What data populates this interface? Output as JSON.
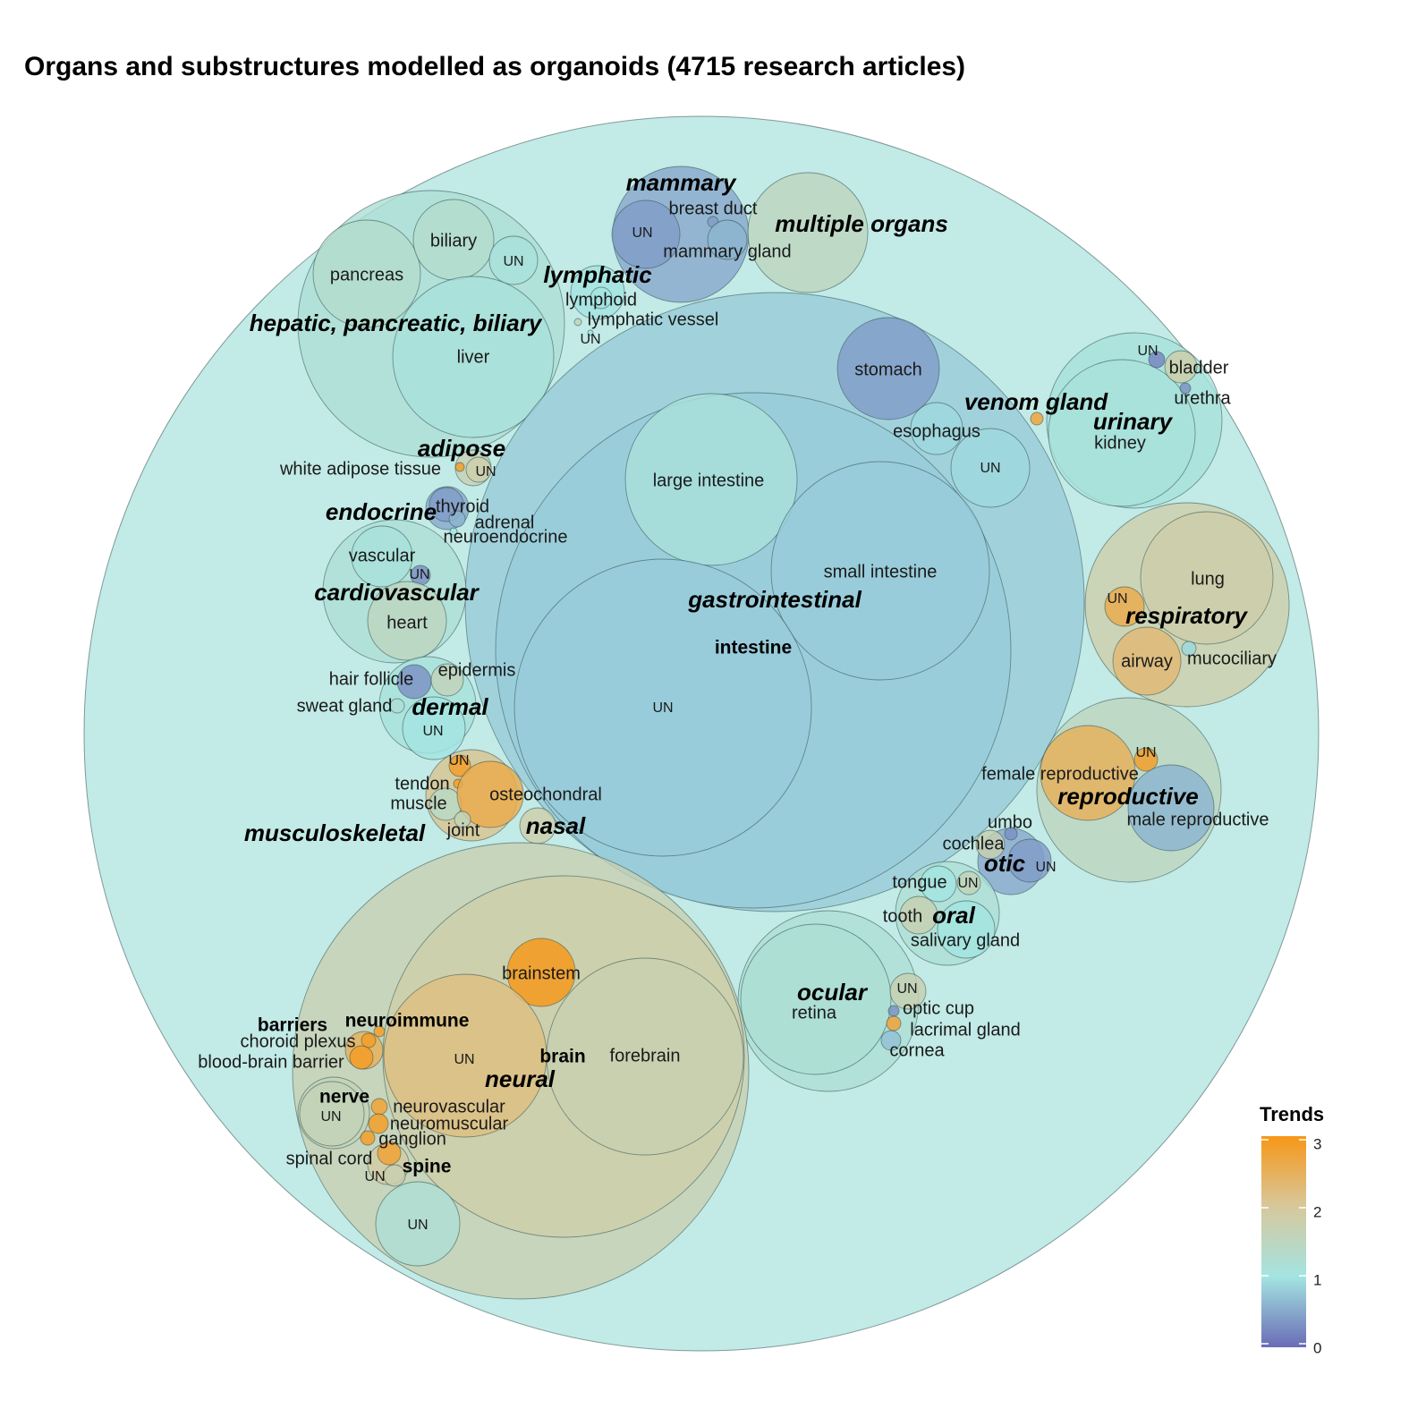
{
  "title": "Organs and substructures modelled as organoids (4715 research articles)",
  "legend": {
    "title": "Trends",
    "ticks": [
      0,
      1,
      2,
      3
    ],
    "colors": [
      "#6a6cb6",
      "#a3e4e2",
      "#d7c89c",
      "#f79717"
    ]
  },
  "chart_data": {
    "type": "circle-packing",
    "color_variable": "Trends",
    "color_range": [
      0,
      3
    ],
    "root": {
      "trend": 1.1
    },
    "organs": [
      {
        "name": "mammary",
        "trend": 0.5,
        "children": [
          {
            "name": "breast duct",
            "trend": 0.4
          },
          {
            "name": "mammary gland",
            "trend": 0.6
          },
          {
            "name": "UN",
            "trend": 0.4
          }
        ]
      },
      {
        "name": "multiple organs",
        "trend": 1.5,
        "children": []
      },
      {
        "name": "hepatic, pancreatic, biliary",
        "trend": 1.2,
        "children": [
          {
            "name": "pancreas",
            "trend": 1.3
          },
          {
            "name": "biliary",
            "trend": 1.3
          },
          {
            "name": "UN",
            "trend": 1.1
          },
          {
            "name": "liver",
            "trend": 1.1
          }
        ]
      },
      {
        "name": "lymphatic",
        "trend": 1.0,
        "children": [
          {
            "name": "lymphoid",
            "trend": 1.0
          },
          {
            "name": "lymphatic vessel",
            "trend": 1.6
          },
          {
            "name": "UN",
            "trend": 1.0
          }
        ]
      },
      {
        "name": "gastrointestinal",
        "trend": 0.8,
        "children": [
          {
            "name": "intestine",
            "trend": 0.8,
            "group": true,
            "children": [
              {
                "name": "large intestine",
                "trend": 1.1
              },
              {
                "name": "small intestine",
                "trend": 0.8
              },
              {
                "name": "UN",
                "trend": 0.8
              }
            ]
          },
          {
            "name": "stomach",
            "trend": 0.4
          },
          {
            "name": "esophagus",
            "trend": 0.9
          },
          {
            "name": "UN",
            "trend": 0.9
          }
        ]
      },
      {
        "name": "urinary",
        "trend": 1.1,
        "children": [
          {
            "name": "kidney",
            "trend": 1.1
          },
          {
            "name": "bladder",
            "trend": 1.8
          },
          {
            "name": "urethra",
            "trend": 0.3
          },
          {
            "name": "UN",
            "trend": 0.2
          }
        ]
      },
      {
        "name": "venom gland",
        "trend": 2.8,
        "children": []
      },
      {
        "name": "adipose",
        "trend": 1.7,
        "children": [
          {
            "name": "white adipose tissue",
            "trend": 2.9
          },
          {
            "name": "UN",
            "trend": 1.8
          }
        ]
      },
      {
        "name": "endocrine",
        "trend": 0.5,
        "children": [
          {
            "name": "thyroid",
            "trend": 0.4
          },
          {
            "name": "adrenal",
            "trend": 0.6
          },
          {
            "name": "neuroendocrine",
            "trend": 1.0
          }
        ]
      },
      {
        "name": "cardiovascular",
        "trend": 1.2,
        "children": [
          {
            "name": "vascular",
            "trend": 1.1
          },
          {
            "name": "UN",
            "trend": 0.3
          },
          {
            "name": "heart",
            "trend": 1.5
          }
        ]
      },
      {
        "name": "dermal",
        "trend": 1.1,
        "children": [
          {
            "name": "hair follicle",
            "trend": 0.3
          },
          {
            "name": "epidermis",
            "trend": 1.6
          },
          {
            "name": "sweat gland",
            "trend": 1.2
          },
          {
            "name": "UN",
            "trend": 1.0
          }
        ]
      },
      {
        "name": "musculoskeletal",
        "trend": 2.1,
        "children": [
          {
            "name": "UN",
            "trend": 2.9
          },
          {
            "name": "tendon",
            "trend": 2.9
          },
          {
            "name": "muscle",
            "trend": 1.4
          },
          {
            "name": "osteochondral",
            "trend": 2.6
          },
          {
            "name": "joint",
            "trend": 1.6
          }
        ]
      },
      {
        "name": "nasal",
        "trend": 1.8,
        "children": []
      },
      {
        "name": "respiratory",
        "trend": 1.8,
        "children": [
          {
            "name": "lung",
            "trend": 1.8
          },
          {
            "name": "UN",
            "trend": 2.6
          },
          {
            "name": "airway",
            "trend": 2.3
          },
          {
            "name": "mucociliary",
            "trend": 0.9
          }
        ]
      },
      {
        "name": "reproductive",
        "trend": 1.5,
        "children": [
          {
            "name": "female reproductive",
            "trend": 2.5
          },
          {
            "name": "UN",
            "trend": 2.9
          },
          {
            "name": "male reproductive",
            "trend": 0.6
          }
        ]
      },
      {
        "name": "otic",
        "trend": 0.5,
        "children": [
          {
            "name": "umbo",
            "trend": 0.3
          },
          {
            "name": "cochlea",
            "trend": 1.7
          },
          {
            "name": "UN",
            "trend": 0.4
          }
        ]
      },
      {
        "name": "oral",
        "trend": 1.2,
        "children": [
          {
            "name": "tongue",
            "trend": 1.0
          },
          {
            "name": "UN",
            "trend": 1.6
          },
          {
            "name": "tooth",
            "trend": 1.7
          },
          {
            "name": "salivary gland",
            "trend": 1.0
          }
        ]
      },
      {
        "name": "ocular",
        "trend": 1.2,
        "children": [
          {
            "name": "retina",
            "trend": 1.2
          },
          {
            "name": "UN",
            "trend": 1.7
          },
          {
            "name": "optic cup",
            "trend": 0.3
          },
          {
            "name": "lacrimal gland",
            "trend": 2.8
          },
          {
            "name": "cornea",
            "trend": 0.7
          }
        ]
      },
      {
        "name": "neural",
        "trend": 1.7,
        "children": [
          {
            "name": "brain",
            "trend": 1.8,
            "group": true,
            "children": [
              {
                "name": "brainstem",
                "trend": 3.0
              },
              {
                "name": "forebrain",
                "trend": 1.7
              },
              {
                "name": "UN",
                "trend": 2.2
              }
            ]
          },
          {
            "name": "neuroimmune",
            "trend": 2.9,
            "group": true,
            "children": []
          },
          {
            "name": "barriers",
            "trend": 2.5,
            "group": true,
            "children": [
              {
                "name": "choroid plexus",
                "trend": 2.9
              },
              {
                "name": "blood-brain barrier",
                "trend": 2.9
              }
            ]
          },
          {
            "name": "nerve",
            "trend": 1.6,
            "group": true,
            "children": [
              {
                "name": "UN",
                "trend": 1.6
              },
              {
                "name": "neurovascular",
                "trend": 2.8
              },
              {
                "name": "neuromuscular",
                "trend": 2.9
              },
              {
                "name": "ganglion",
                "trend": 2.9
              }
            ]
          },
          {
            "name": "spine",
            "trend": 1.9,
            "group": true,
            "children": [
              {
                "name": "spinal cord",
                "trend": 2.8
              },
              {
                "name": "UN",
                "trend": 1.7
              }
            ]
          },
          {
            "name": "UN",
            "trend": 1.2
          }
        ]
      }
    ]
  }
}
